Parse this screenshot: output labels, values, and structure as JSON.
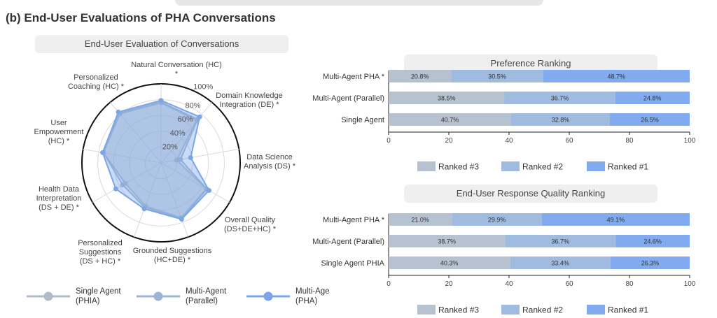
{
  "page": {
    "title": "(b) End-User Evaluations of PHA Conversations"
  },
  "colors": {
    "single": "#b2bcc8",
    "parallel": "#9db4d6",
    "pha": "#7aa6e6",
    "rank3": "#b6c2cf",
    "rank2": "#9fbbe0",
    "rank1": "#81abee"
  },
  "chart_data": [
    {
      "type": "radar",
      "title": "End-User Evaluation of Conversations",
      "axes": [
        {
          "label": "Natural Conversation (HC) *"
        },
        {
          "label": "Domain Knowledge Integration (DE) *"
        },
        {
          "label": "Data Science Analysis (DS) *"
        },
        {
          "label": "Overall Quality (DS+DE+HC) *"
        },
        {
          "label": "Grounded Suggestions (HC+DE) *"
        },
        {
          "label": "Personalized Suggestions (DS + HC) *"
        },
        {
          "label": "Health Data Interpretation (DS + DE) *"
        },
        {
          "label": "User Empowerment (HC) *"
        },
        {
          "label": "Personalized Coaching (HC) *"
        }
      ],
      "rlim": [
        0,
        100
      ],
      "radial_ticks": [
        "20%",
        "40%",
        "60%",
        "80%",
        "100%"
      ],
      "series": [
        {
          "name": "Single Agent (PHIA)",
          "values": [
            76,
            70,
            20,
            66,
            74,
            58,
            52,
            74,
            81
          ]
        },
        {
          "name": "Multi-Agent (Parallel)",
          "values": [
            77,
            72,
            25,
            67,
            75,
            60,
            56,
            74,
            82
          ]
        },
        {
          "name": "Multi-Agent (PHA)",
          "values": [
            79,
            76,
            38,
            70,
            76,
            62,
            66,
            75,
            84
          ]
        }
      ],
      "legend": [
        {
          "line1": "Single Agent",
          "line2": "(PHIA)"
        },
        {
          "line1": "Multi-Agent",
          "line2": "(Parallel)"
        },
        {
          "line1": "Multi-Agent",
          "line2": "(PHA)"
        }
      ]
    },
    {
      "type": "bar",
      "orientation": "horizontal",
      "stacked": true,
      "title": "Preference Ranking",
      "categories": [
        "Multi-Agent PHA *",
        "Multi-Agent (Parallel)",
        "Single Agent"
      ],
      "series": [
        {
          "name": "Ranked #3",
          "values": [
            20.8,
            38.5,
            40.7
          ],
          "labels": [
            "20.8%",
            "38.5%",
            "40.7%"
          ]
        },
        {
          "name": "Ranked #2",
          "values": [
            30.5,
            36.7,
            32.8
          ],
          "labels": [
            "30.5%",
            "36.7%",
            "32.8%"
          ]
        },
        {
          "name": "Ranked #1",
          "values": [
            48.7,
            24.8,
            26.5
          ],
          "labels": [
            "48.7%",
            "24.8%",
            "26.5%"
          ]
        }
      ],
      "xlim": [
        0,
        100
      ],
      "xticks": [
        "0",
        "20",
        "40",
        "60",
        "80",
        "100"
      ],
      "legend_position": "bottom"
    },
    {
      "type": "bar",
      "orientation": "horizontal",
      "stacked": true,
      "title": "End-User Response Quality Ranking",
      "categories": [
        "Multi-Agent PHA *",
        "Multi-Agent (Parallel)",
        "Single Agent PHIA"
      ],
      "series": [
        {
          "name": "Ranked #3",
          "values": [
            21.0,
            38.7,
            40.3
          ],
          "labels": [
            "21.0%",
            "38.7%",
            "40.3%"
          ]
        },
        {
          "name": "Ranked #2",
          "values": [
            29.9,
            36.7,
            33.4
          ],
          "labels": [
            "29.9%",
            "36.7%",
            "33.4%"
          ]
        },
        {
          "name": "Ranked #1",
          "values": [
            49.1,
            24.6,
            26.3
          ],
          "labels": [
            "49.1%",
            "24.6%",
            "26.3%"
          ]
        }
      ],
      "xlim": [
        0,
        100
      ],
      "xticks": [
        "0",
        "20",
        "40",
        "60",
        "80",
        "100"
      ],
      "legend_position": "bottom"
    }
  ]
}
